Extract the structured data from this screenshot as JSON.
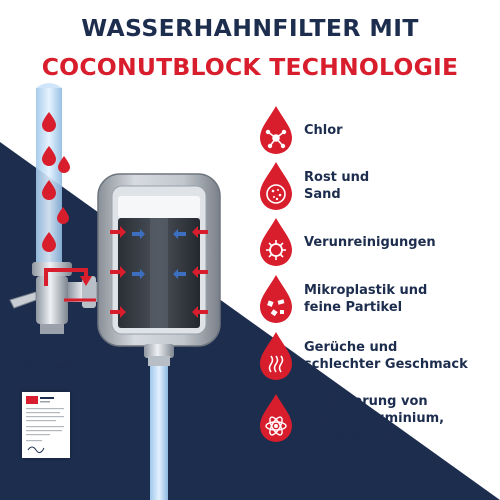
{
  "headline": {
    "line1": "WASSERHAHNFILTER MIT",
    "line2": "COCONUTBLOCK TECHNOLOGIE"
  },
  "features": [
    {
      "icon": "molecule-icon",
      "label": "Chlor"
    },
    {
      "icon": "rust-sand-icon",
      "label": "Rost und\nSand"
    },
    {
      "icon": "impurities-icon",
      "label": "Verunreinigungen"
    },
    {
      "icon": "microplastic-icon",
      "label": "Mikroplastik und\nfeine Partikel"
    },
    {
      "icon": "odor-taste-icon",
      "label": "Gerüche und\nschlechter Geschmack"
    },
    {
      "icon": "atom-icon",
      "label": "Reduzierung von\nKupfer, Aluminium,\nund Nitraten"
    }
  ],
  "certificate": {
    "label": "Institutionell\nbestätigt"
  },
  "colors": {
    "navy": "#1d2d4e",
    "red": "#d81e2c",
    "white": "#ffffff"
  }
}
